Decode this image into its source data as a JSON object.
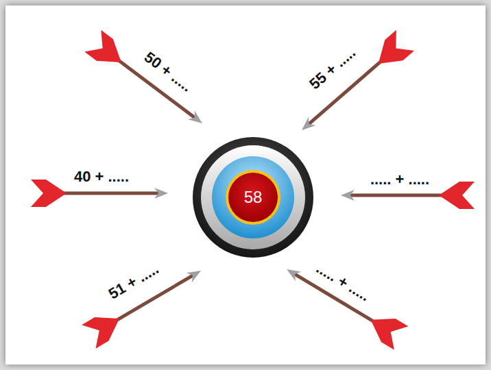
{
  "diagram": {
    "nodes": [
      {
        "text": [
          "58"
        ]
      }
    ],
    "labels": [
      "50 + .....",
      "55 + .....",
      "40 + .....",
      "..... + .....",
      "51 + .....",
      "..... + ....."
    ]
  }
}
